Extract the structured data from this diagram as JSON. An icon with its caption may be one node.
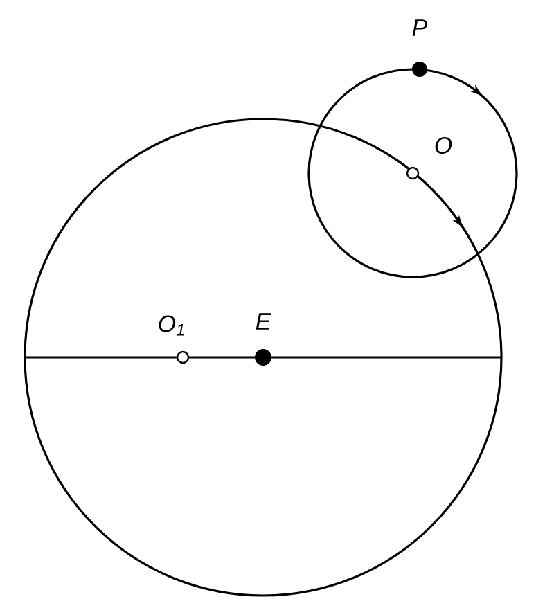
{
  "diagram": {
    "labels": [
      "P",
      "O",
      "O$_{1}$",
      "E"
    ]
  }
}
